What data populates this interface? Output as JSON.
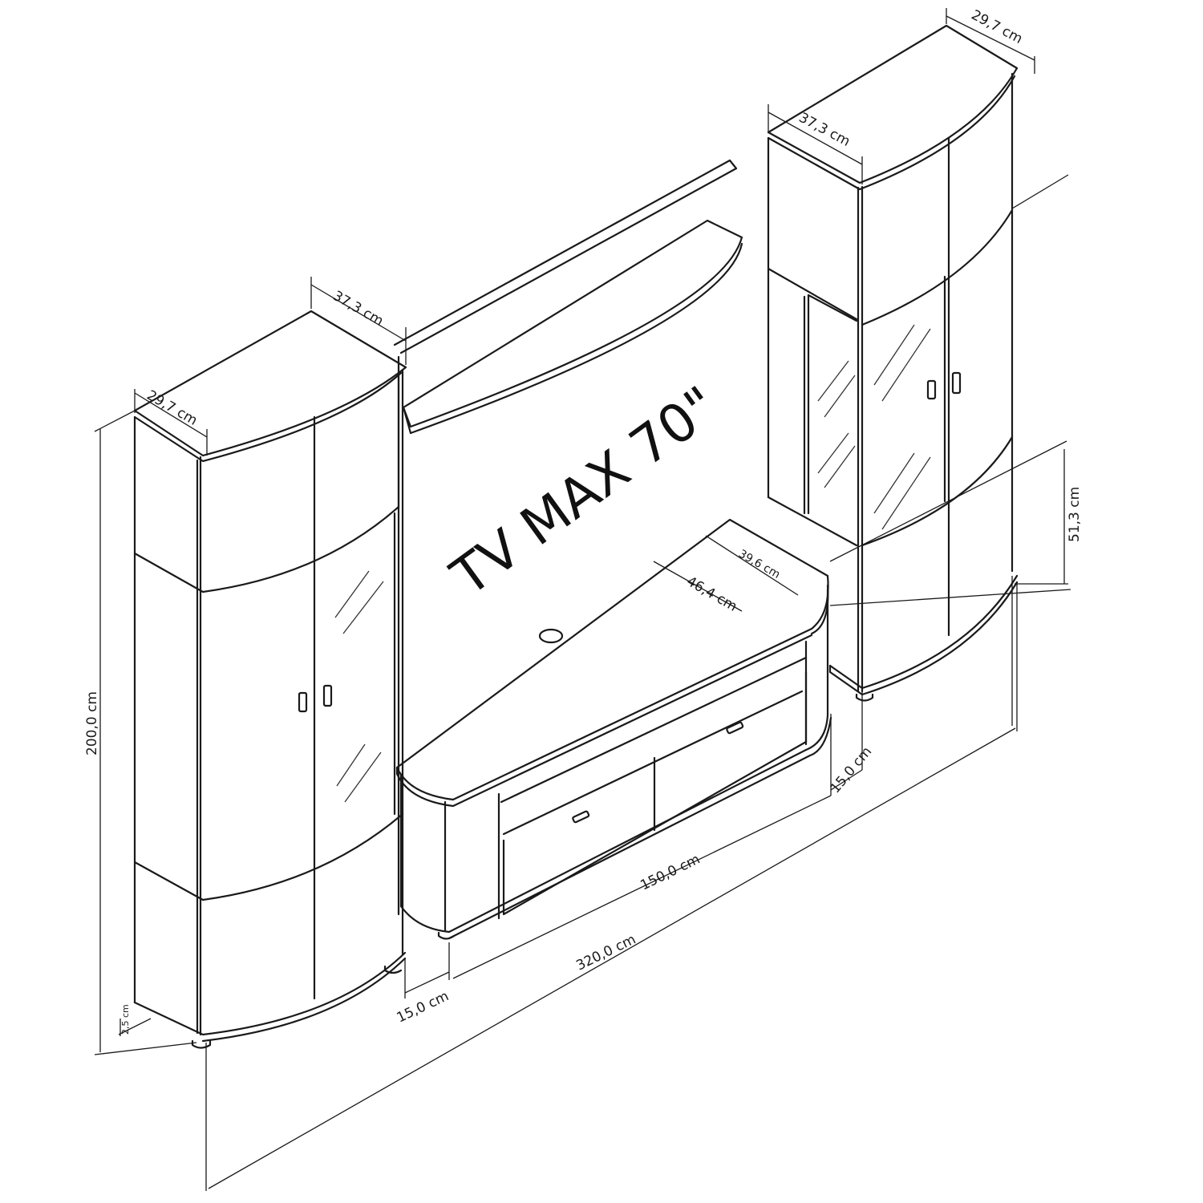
{
  "tv_label": "TV MAX 70\"",
  "dimensions": {
    "left_depth": "37,3 cm",
    "left_width": "29,7 cm",
    "height": "200,0 cm",
    "foot_height": "2,5 cm",
    "right_width": "29,7 cm",
    "right_depth": "37,3 cm",
    "right_glass_height": "51,3 cm",
    "tv_stand_depth_inner": "39,6 cm",
    "tv_stand_depth": "46,4 cm",
    "tv_stand_width": "150,0 cm",
    "gap_left": "15,0 cm",
    "gap_right": "15,0 cm",
    "total_width": "320,0 cm"
  }
}
